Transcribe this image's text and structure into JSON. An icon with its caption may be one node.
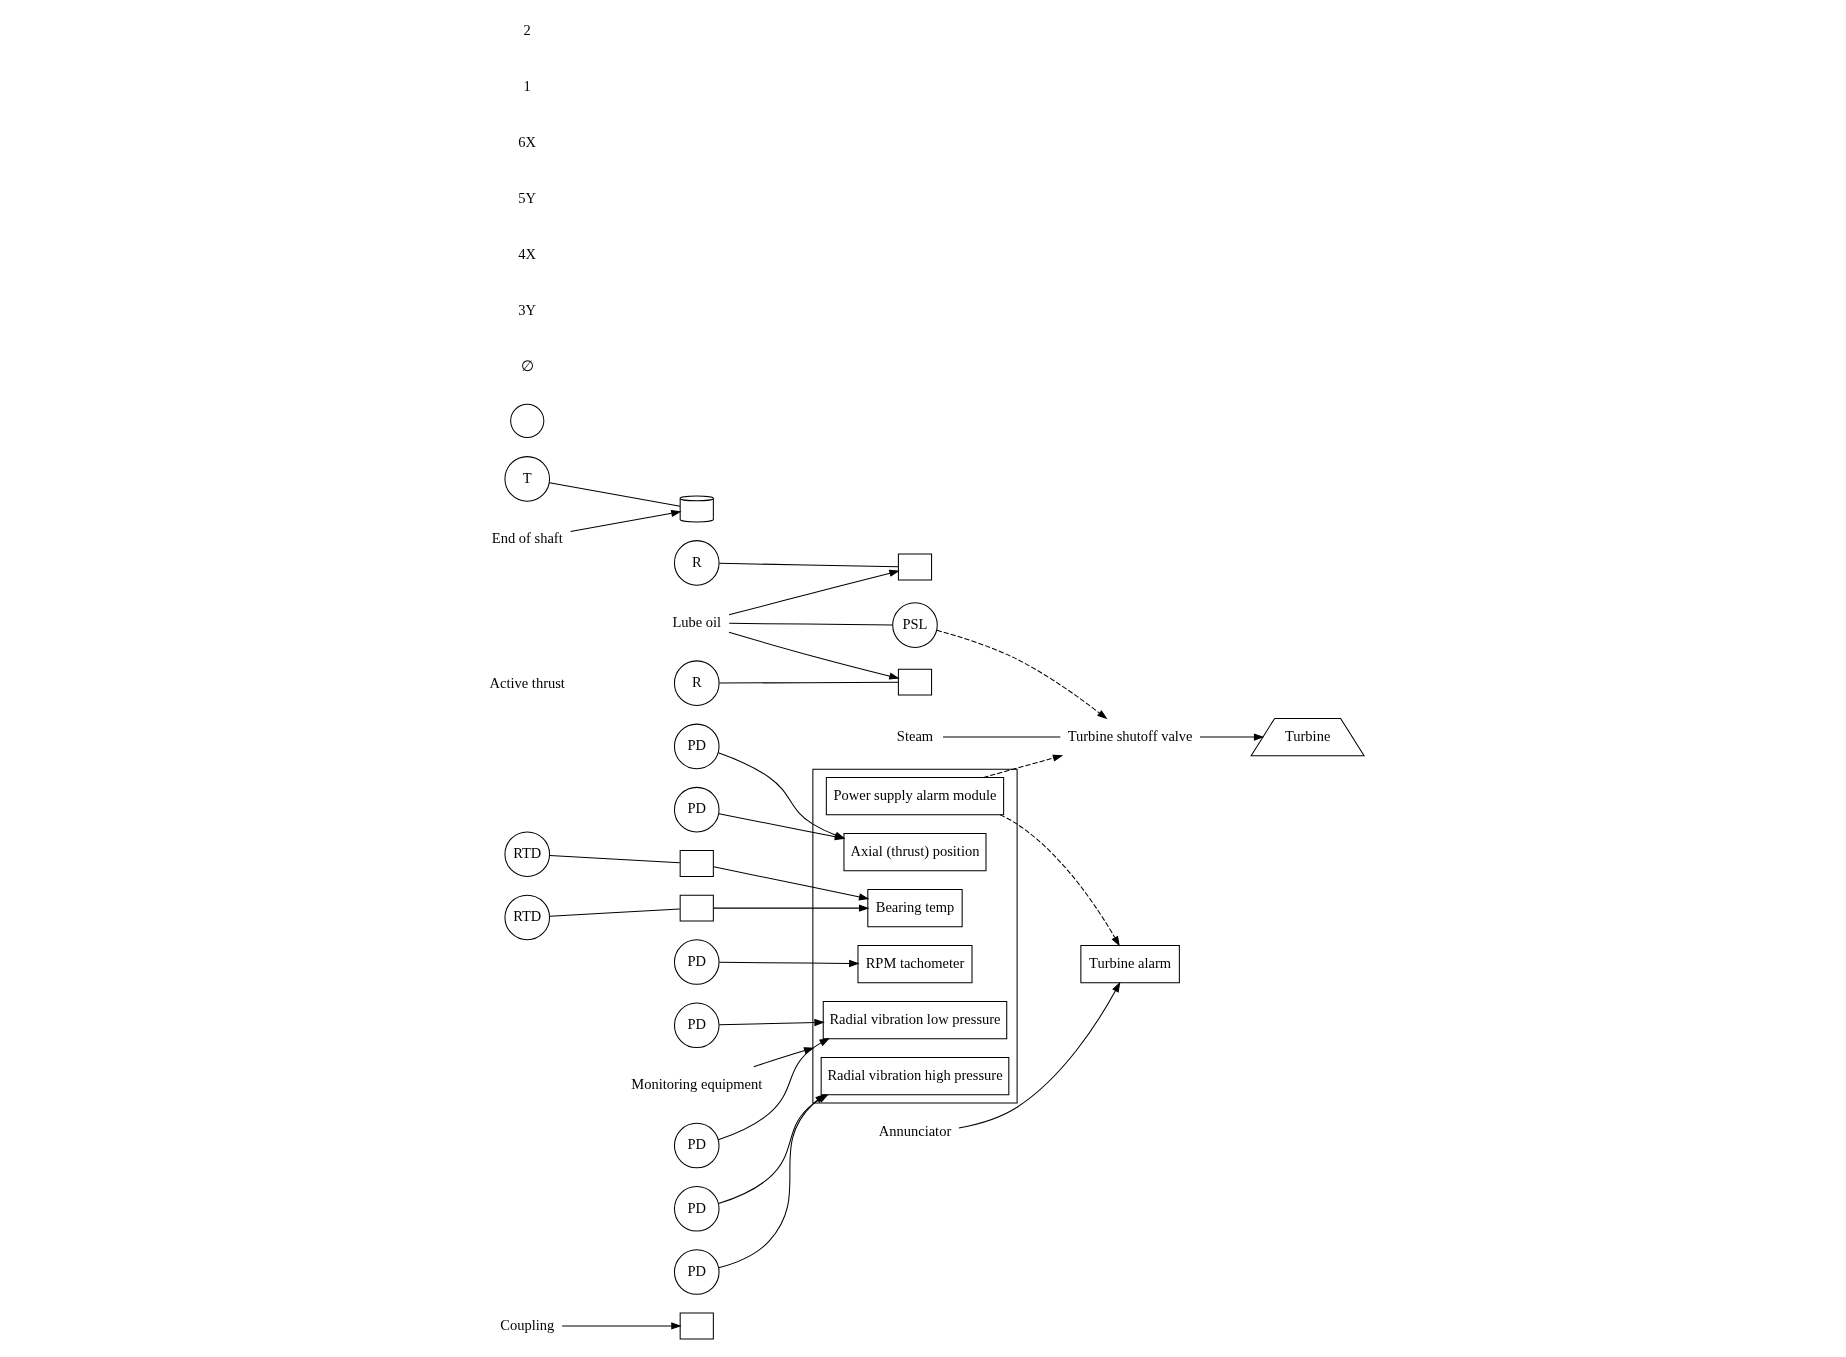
{
  "diagram": {
    "nodes": [
      {
        "text": [
          "Coupling"
        ]
      },
      {
        "text": [],
        "shape": "box"
      },
      {
        "text": [
          "PD"
        ]
      },
      {
        "text": [
          "RTD"
        ]
      },
      {
        "text": [
          "Lube oil"
        ]
      },
      {
        "text": [],
        "shape": "box"
      },
      {
        "text": [],
        "shape": "box"
      },
      {
        "text": [
          "R"
        ]
      },
      {
        "text": [
          "PSL"
        ]
      },
      {
        "text": [
          "PD"
        ]
      },
      {
        "text": [
          "PD"
        ]
      },
      {
        "text": [],
        "shape": "box"
      },
      {
        "text": [
          "Power supply alarm module"
        ],
        "in": 11
      },
      {
        "text": [
          "RPM tachometer"
        ],
        "in": 11
      },
      {
        "text": [
          "Axial (thrust) position"
        ],
        "in": 11
      },
      {
        "text": [
          "Bearing temp"
        ],
        "in": 11
      },
      {
        "text": [
          "Radial vibration high pressure"
        ],
        "in": 11
      },
      {
        "text": [
          "Radial vibration low pressure"
        ],
        "in": 11
      },
      {
        "text": [
          "Turbine"
        ]
      },
      {
        "text": [
          "Turbine shutoff valve"
        ]
      },
      {
        "text": [
          "Steam"
        ]
      },
      {
        "text": [
          "Turbine alarm"
        ]
      },
      {
        "text": [
          "Annunciator"
        ]
      },
      {
        "text": [
          "Monitoring equipment"
        ]
      },
      {
        "text": [
          "Active thrust"
        ]
      },
      {
        "text": [
          "PD"
        ]
      },
      {
        "text": [
          "PD"
        ]
      },
      {
        "text": [],
        "shape": "box"
      },
      {
        "text": [],
        "shape": "box"
      },
      {
        "text": [
          "RTD"
        ]
      },
      {
        "text": [
          "R"
        ]
      },
      {
        "text": [
          "T"
        ]
      },
      {
        "text": [
          "End of shaft"
        ]
      },
      {
        "text": [],
        "shape": "cylinder"
      },
      {
        "text": [
          "PD"
        ]
      },
      {
        "text": [
          "PD"
        ]
      },
      {
        "text": [],
        "shape": "circle"
      }
    ],
    "edges": [
      {
        "from": 0,
        "to": 1,
        "arrow": "to"
      },
      {
        "from": 2,
        "to": 13,
        "arrow": "to"
      },
      {
        "from": 3,
        "to": 6,
        "arrow": "none"
      },
      {
        "from": 6,
        "to": 15,
        "arrow": "to"
      },
      {
        "from": 4,
        "to": 5,
        "arrow": "to"
      },
      {
        "from": 4,
        "to": 27,
        "arrow": "to"
      },
      {
        "from": 4,
        "to": 8,
        "arrow": "none"
      },
      {
        "from": 7,
        "to": 5,
        "arrow": "none"
      },
      {
        "from": 8,
        "to": 19,
        "arrow": "to",
        "style": "dashed"
      },
      {
        "from": 9,
        "to": 17,
        "arrow": "to"
      },
      {
        "from": 10,
        "to": 16,
        "arrow": "to"
      },
      {
        "from": 12,
        "to": 19,
        "arrow": "to",
        "style": "dashed"
      },
      {
        "from": 12,
        "to": 21,
        "arrow": "to",
        "style": "dashed"
      },
      {
        "from": 20,
        "to": 19,
        "arrow": "none"
      },
      {
        "from": 19,
        "to": 18,
        "arrow": "to"
      },
      {
        "from": 22,
        "to": 21,
        "arrow": "to"
      },
      {
        "from": 23,
        "to": 11,
        "arrow": "to"
      },
      {
        "from": 25,
        "to": 16,
        "arrow": "to"
      },
      {
        "from": 26,
        "to": 17,
        "arrow": "to"
      },
      {
        "from": 29,
        "to": 28,
        "arrow": "none"
      },
      {
        "from": 28,
        "to": 15,
        "arrow": "to"
      },
      {
        "from": 30,
        "to": 27,
        "arrow": "none"
      },
      {
        "from": 31,
        "to": 33,
        "arrow": "none"
      },
      {
        "from": 32,
        "to": 33,
        "arrow": "to"
      },
      {
        "from": 34,
        "to": 14,
        "arrow": "to"
      },
      {
        "from": 35,
        "to": 14,
        "arrow": "to"
      }
    ],
    "labels": [
      "∅",
      "3Y",
      "4X",
      "5Y",
      "6X",
      "1",
      "2"
    ]
  }
}
